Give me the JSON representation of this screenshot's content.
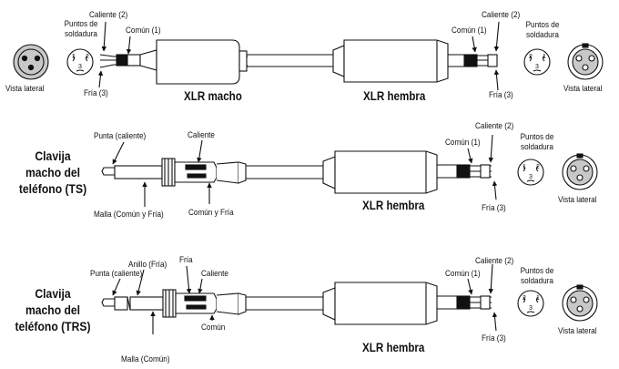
{
  "row1": {
    "left": {
      "view_label": "Vista lateral",
      "solder_label": "Puntos de\nsoldadura",
      "hot_label": "Caliente (2)",
      "common_label": "Común (1)",
      "cold_label": "Fría (3)",
      "pins": [
        "1",
        "2",
        "3"
      ],
      "connector_label": "XLR macho"
    },
    "right": {
      "view_label": "Vista lateral",
      "solder_label": "Puntos de\nsoldadura",
      "hot_label": "Caliente (2)",
      "common_label": "Común (1)",
      "cold_label": "Fría (3)",
      "pins": [
        "2",
        "1",
        "3"
      ],
      "connector_label": "XLR hembra"
    }
  },
  "row2": {
    "side_title": "Clavija\nmacho del\nteléfono (TS)",
    "tip_label": "Punta (caliente)",
    "hot_label": "Caliente",
    "sleeve_label": "Malla (Común y Fría)",
    "common_cold_label": "Común y Fría",
    "connector_label": "XLR hembra",
    "right": {
      "hot_label": "Caliente (2)",
      "common_label": "Común (1)",
      "solder_label": "Puntos de\nsoldadura",
      "cold_label": "Fría (3)",
      "view_label": "Vista lateral",
      "pins": [
        "1",
        "2",
        "3"
      ]
    }
  },
  "row3": {
    "side_title": "Clavija\nmacho del\nteléfono (TRS)",
    "tip_label": "Punta (caliente)",
    "ring_label": "Anillo (Fría)",
    "cold_label": "Fría",
    "hot_label": "Caliente",
    "sleeve_label": "Malla (Común)",
    "common_label": "Común",
    "connector_label": "XLR hembra",
    "right": {
      "hot_label": "Caliente (2)",
      "common_label": "Común (1)",
      "solder_label": "Puntos de\nsoldadura",
      "cold_label": "Fría (3)",
      "view_label": "Vista lateral",
      "pins": [
        "2",
        "1",
        "3"
      ]
    }
  },
  "colors": {
    "ink": "#111111",
    "shade": "#c8c8c8",
    "fill": "#ffffff"
  }
}
